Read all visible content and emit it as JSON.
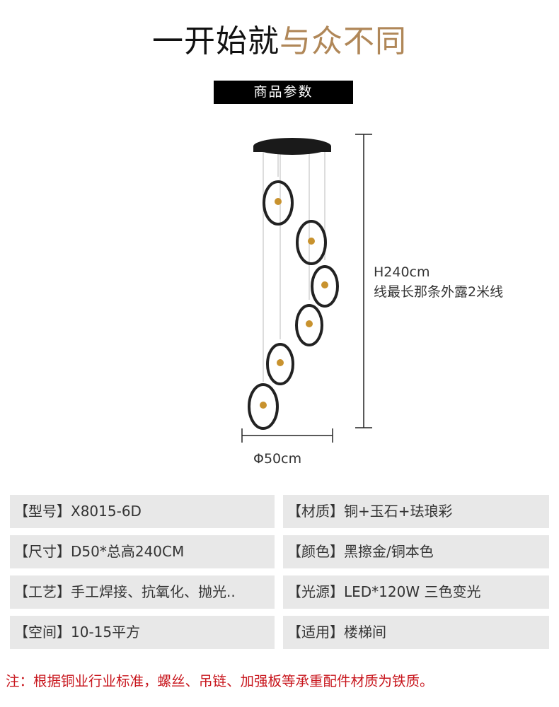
{
  "header": {
    "title_dark": "一开始就",
    "title_accent": "与众不同",
    "section_label": "商品参数",
    "accent_color": "#b08758"
  },
  "dimensions": {
    "height_label": "H240cm",
    "wire_note": "线最长那条外露2米线",
    "diameter_label": "Φ50cm"
  },
  "specs": [
    {
      "label": "【型号】",
      "value": "X8015-6D"
    },
    {
      "label": "【材质】",
      "value": "铜+玉石+珐琅彩"
    },
    {
      "label": "【尺寸】",
      "value": "D50*总高240CM"
    },
    {
      "label": "【颜色】",
      "value": "黑擦金/铜本色"
    },
    {
      "label": "【工艺】",
      "value": "手工焊接、抗氧化、抛光.."
    },
    {
      "label": "【光源】",
      "value": "LED*120W 三色变光"
    },
    {
      "label": "【空间】",
      "value": "10-15平方"
    },
    {
      "label": "【适用】",
      "value": "楼梯间"
    }
  ],
  "note": "注：根据铜业行业标准，螺丝、吊链、加强板等承重配件材质为铁质。",
  "note_color": "#c8161d"
}
